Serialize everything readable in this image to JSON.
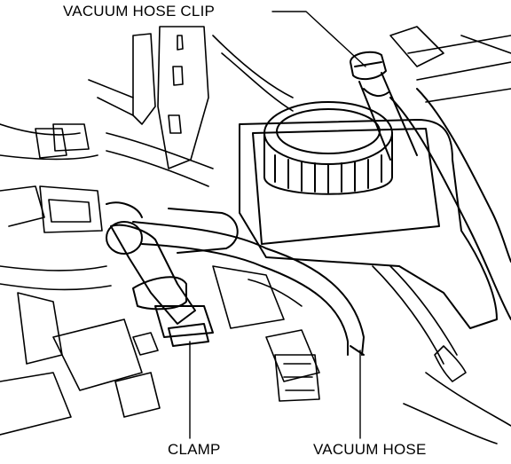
{
  "callouts": {
    "vacuum_hose_clip": "VACUUM HOSE CLIP",
    "clamp": "CLAMP",
    "vacuum_hose": "VACUUM HOSE"
  }
}
